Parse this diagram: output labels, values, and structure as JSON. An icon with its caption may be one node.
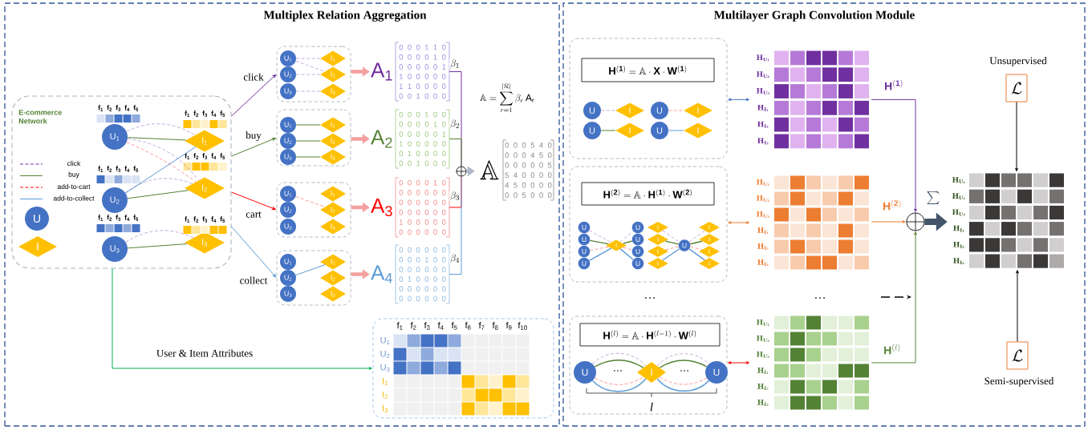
{
  "diagram": {
    "nodes": [
      {
        "text": [
          "Multiplex Relation Aggregation"
        ]
      },
      {
        "text": [
          "Multilayer Graph Convolution Module"
        ]
      },
      {
        "text": [
          "E-commerce Network"
        ],
        "in": 0
      },
      {
        "text": [
          "U"
        ],
        "in": 2
      },
      {
        "text": [
          "I"
        ],
        "in": 2
      },
      {
        "text": [
          "U$_{1}$"
        ],
        "beside": [
          "f$_{1}$",
          "f$_{2}$",
          "f$_{3}$",
          "f$_{4}$",
          "f$_{5}$"
        ],
        "in": 2
      },
      {
        "text": [
          "U$_{2}$"
        ],
        "beside": [
          "f$_{1}$",
          "f$_{2}$",
          "f$_{3}$",
          "f$_{4}$",
          "f$_{5}$"
        ],
        "in": 2
      },
      {
        "text": [
          "U$_{3}$"
        ],
        "beside": [
          "f$_{1}$",
          "f$_{2}$",
          "f$_{3}$",
          "f$_{4}$",
          "f$_{5}$"
        ],
        "in": 2
      },
      {
        "text": [
          "I$_{1}$"
        ],
        "beside": [
          "f$_{1}$",
          "f$_{2}$",
          "f$_{3}$",
          "f$_{4}$",
          "f$_{5}$"
        ],
        "in": 2
      },
      {
        "text": [
          "I$_{2}$"
        ],
        "beside": [
          "f$_{1}$",
          "f$_{2}$",
          "f$_{3}$",
          "f$_{4}$",
          "f$_{5}$"
        ],
        "in": 2
      },
      {
        "text": [
          "I$_{3}$"
        ],
        "beside": [
          "f$_{1}$",
          "f$_{2}$",
          "f$_{3}$",
          "f$_{4}$",
          "f$_{5}$"
        ],
        "in": 2
      },
      {
        "text": [],
        "shape": "box",
        "in": 0
      },
      {
        "text": [
          "U$_{1}$"
        ],
        "in": 11
      },
      {
        "text": [
          "U$_{2}$"
        ],
        "in": 11
      },
      {
        "text": [
          "U$_{3}$"
        ],
        "in": 11
      },
      {
        "text": [
          "I$_{1}$"
        ],
        "in": 11
      },
      {
        "text": [
          "I$_{2}$"
        ],
        "in": 11
      },
      {
        "text": [
          "I$_{3}$"
        ],
        "in": 11
      },
      {
        "text": [],
        "shape": "box",
        "in": 0
      },
      {
        "text": [
          "U$_{1}$"
        ],
        "in": 18
      },
      {
        "text": [
          "U$_{2}$"
        ],
        "in": 18
      },
      {
        "text": [
          "U$_{3}$"
        ],
        "in": 18
      },
      {
        "text": [
          "I$_{1}$"
        ],
        "in": 18
      },
      {
        "text": [
          "I$_{2}$"
        ],
        "in": 18
      },
      {
        "text": [
          "I$_{3}$"
        ],
        "in": 18
      },
      {
        "text": [],
        "shape": "box",
        "in": 0
      },
      {
        "text": [
          "U$_{1}$"
        ],
        "in": 25
      },
      {
        "text": [
          "U$_{2}$"
        ],
        "in": 25
      },
      {
        "text": [
          "U$_{3}$"
        ],
        "in": 25
      },
      {
        "text": [
          "I$_{1}$"
        ],
        "in": 25
      },
      {
        "text": [
          "I$_{2}$"
        ],
        "in": 25
      },
      {
        "text": [
          "I$_{3}$"
        ],
        "in": 25
      },
      {
        "text": [],
        "shape": "box",
        "in": 0
      },
      {
        "text": [
          "U$_{1}$"
        ],
        "in": 32
      },
      {
        "text": [
          "U$_{2}$"
        ],
        "in": 32
      },
      {
        "text": [
          "U$_{3}$"
        ],
        "in": 32
      },
      {
        "text": [
          "I$_{1}$"
        ],
        "in": 32
      },
      {
        "text": [
          "I$_{2}$"
        ],
        "in": 32
      },
      {
        "text": [
          "I$_{3}$"
        ],
        "in": 32
      },
      {
        "text": [
          "A$_{1}$",
          "0 0 0 1 1 0",
          "0 0 0 0 1 0",
          "0 0 0 0 0 1",
          "1 0 0 0 0 0",
          "1 1 0 0 0 0",
          "0 0 1 0 0 0"
        ],
        "in": 0
      },
      {
        "text": [
          "A$_{2}$",
          "0 0 0 1 0 0",
          "0 0 0 0 1 0",
          "0 0 0 0 0 1",
          "1 0 0 0 0 0",
          "0 1 0 0 0 0",
          "0 0 1 0 0 0"
        ],
        "in": 0
      },
      {
        "text": [
          "A$_{3}$",
          "0 0 0 0 1 0",
          "0 0 0 0 0 0",
          "0 0 0 0 0 0",
          "0 0 0 0 0 0",
          "1 0 0 0 0 0",
          "0 0 0 0 0 0"
        ],
        "in": 0
      },
      {
        "text": [
          "A$_{4}$",
          "0 0 0 0 0 0",
          "0 0 0 1 0 0",
          "0 0 0 0 0 0",
          "0 1 0 0 0 0",
          "0 0 0 0 0 0",
          "0 0 0 0 0 0"
        ],
        "in": 0
      },
      {
        "text": [],
        "shape": "circle",
        "in": 0
      },
      {
        "text": [
          "\\mathbb{A}",
          "0 0 0 5 4 0",
          "0 0 0 4 5 0",
          "0 0 0 0 0 5",
          "5 4 0 0 0 0",
          "4 5 0 0 0 0",
          "0 0 5 0 0 0"
        ],
        "in": 0
      },
      {
        "text": [
          "f$_{1}$",
          "f$_{2}$",
          "f$_{3}$",
          "f$_{4}$",
          "f$_{5}$",
          "f$_{6}$",
          "f$_{7}$",
          "f$_{8}$",
          "f$_{9}$",
          "f$_{10}$",
          "U$_{1}$",
          "U$_{2}$",
          "U$_{3}$",
          "I$_{1}$",
          "I$_{2}$",
          "I$_{3}$"
        ],
        "in": 0
      },
      {
        "text": [],
        "shape": "box",
        "in": 1
      },
      {
        "text": [
          "\\mathbf{H}^{(\\mathbf{1})} = \\mathbb{A} \\cdot \\mathbf{X} \\cdot \\mathbf{W}^{(\\mathbf{1})}"
        ],
        "in": 46
      },
      {
        "text": [
          "U"
        ],
        "in": 46
      },
      {
        "text": [
          "I"
        ],
        "in": 46
      },
      {
        "text": [
          "U"
        ],
        "in": 46
      },
      {
        "text": [
          "I"
        ],
        "in": 46
      },
      {
        "text": [
          "U"
        ],
        "in": 46
      },
      {
        "text": [
          "I"
        ],
        "in": 46
      },
      {
        "text": [
          "U"
        ],
        "in": 46
      },
      {
        "text": [
          "I"
        ],
        "in": 46
      },
      {
        "text": [],
        "shape": "box",
        "in": 1
      },
      {
        "text": [
          "\\mathbf{H}^{(\\mathbf{2})} = \\mathbb{A} \\cdot \\mathbf{H}^{(\\mathbf{1})} \\cdot \\mathbf{W}^{(\\mathbf{2})}"
        ],
        "in": 56
      },
      {
        "text": [
          "U"
        ],
        "in": 56
      },
      {
        "text": [
          "U"
        ],
        "in": 56
      },
      {
        "text": [
          "U"
        ],
        "in": 56
      },
      {
        "text": [
          "U"
        ],
        "in": 56
      },
      {
        "text": [
          "I"
        ],
        "in": 56
      },
      {
        "text": [
          "U"
        ],
        "in": 56
      },
      {
        "text": [
          "U"
        ],
        "in": 56
      },
      {
        "text": [
          "U"
        ],
        "in": 56
      },
      {
        "text": [
          "U"
        ],
        "in": 56
      },
      {
        "text": [
          "I"
        ],
        "in": 56
      },
      {
        "text": [
          "I"
        ],
        "in": 56
      },
      {
        "text": [
          "I"
        ],
        "in": 56
      },
      {
        "text": [
          "I"
        ],
        "in": 56
      },
      {
        "text": [
          "U"
        ],
        "in": 56
      },
      {
        "text": [
          "I"
        ],
        "in": 56
      },
      {
        "text": [
          "I"
        ],
        "in": 56
      },
      {
        "text": [
          "I"
        ],
        "in": 56
      },
      {
        "text": [
          "I"
        ],
        "in": 56
      },
      {
        "text": [],
        "shape": "box",
        "in": 1
      },
      {
        "text": [
          "\\mathbf{H}^{(l)} = \\mathbb{A} \\cdot \\mathbf{H}^{(l-1)} \\cdot \\mathbf{W}^{(l)}"
        ],
        "in": 76
      },
      {
        "text": [
          "U"
        ],
        "in": 76
      },
      {
        "text": [
          "I"
        ],
        "in": 76
      },
      {
        "text": [
          "U"
        ],
        "in": 76
      },
      {
        "text": [
          "H$_{U₁}$",
          "H$_{U₂}$",
          "H$_{U₃}$",
          "H$_{I₁}$",
          "H$_{I₂}$",
          "H$_{I₃}$"
        ],
        "in": 1
      },
      {
        "text": [
          "H$_{U₁}$",
          "H$_{U₂}$",
          "H$_{U₃}$",
          "H$_{I₁}$",
          "H$_{I₂}$",
          "H$_{I₃}$"
        ],
        "in": 1
      },
      {
        "text": [
          "H$_{U₁}$",
          "H$_{U₂}$",
          "H$_{U₃}$",
          "H$_{I₁}$",
          "H$_{I₂}$",
          "H$_{I₃}$"
        ],
        "in": 1
      },
      {
        "text": [],
        "shape": "circle",
        "in": 1
      },
      {
        "text": [
          "H$_{U₁}$",
          "H$_{U₂}$",
          "H$_{U₃}$",
          "H$_{I₁}$",
          "H$_{I₂}$",
          "H$_{I₃}$"
        ],
        "in": 1
      },
      {
        "text": [
          "\\mathcal{L}"
        ],
        "beside": [
          "Unsupervised"
        ],
        "in": 1
      },
      {
        "text": [
          "\\mathcal{L}"
        ],
        "beside": [
          "Semi-supervised"
        ],
        "in": 1
      }
    ],
    "edges": [
      {
        "from": 5,
        "to": 8,
        "arrow": "none",
        "style": "dashed",
        "color": "#7030a0"
      },
      {
        "from": 5,
        "to": 8,
        "arrow": "none",
        "color": "#548235"
      },
      {
        "from": 5,
        "to": 9,
        "arrow": "none",
        "style": "dashed",
        "color": "#7030a0"
      },
      {
        "from": 5,
        "to": 9,
        "arrow": "none",
        "style": "dashed",
        "color": "#ff0000"
      },
      {
        "from": 6,
        "to": 8,
        "arrow": "none",
        "color": "#5b9bd5"
      },
      {
        "from": 6,
        "to": 9,
        "arrow": "none",
        "style": "dashed",
        "color": "#7030a0"
      },
      {
        "from": 6,
        "to": 9,
        "arrow": "none",
        "color": "#548235"
      },
      {
        "from": 7,
        "to": 10,
        "arrow": "none",
        "style": "dashed",
        "color": "#7030a0"
      },
      {
        "from": 7,
        "to": 10,
        "arrow": "none",
        "color": "#548235"
      },
      {
        "from": 12,
        "to": 15,
        "arrow": "none",
        "style": "dashed",
        "color": "#7030a0"
      },
      {
        "from": 12,
        "to": 16,
        "arrow": "none",
        "style": "dashed",
        "color": "#7030a0"
      },
      {
        "from": 13,
        "to": 16,
        "arrow": "none",
        "style": "dashed",
        "color": "#7030a0"
      },
      {
        "from": 14,
        "to": 17,
        "arrow": "none",
        "style": "dashed",
        "color": "#7030a0"
      },
      {
        "from": 19,
        "to": 22,
        "arrow": "none",
        "color": "#548235"
      },
      {
        "from": 20,
        "to": 23,
        "arrow": "none",
        "color": "#548235"
      },
      {
        "from": 21,
        "to": 24,
        "arrow": "none",
        "color": "#548235"
      },
      {
        "from": 26,
        "to": 30,
        "arrow": "none",
        "style": "dashed",
        "color": "#ff0000"
      },
      {
        "from": 34,
        "to": 36,
        "arrow": "none",
        "color": "#5b9bd5"
      },
      {
        "from": 2,
        "to": 11,
        "arrow": "to",
        "label": "click",
        "color": "#7030a0"
      },
      {
        "from": 2,
        "to": 18,
        "arrow": "to",
        "label": "buy",
        "color": "#548235"
      },
      {
        "from": 2,
        "to": 25,
        "arrow": "to",
        "label": "cart",
        "color": "#ff0000"
      },
      {
        "from": 2,
        "to": 32,
        "arrow": "to",
        "label": "collect",
        "color": "#5b9bd5"
      },
      {
        "from": 11,
        "to": 39,
        "arrow": "to",
        "style": "thick",
        "color": "#f4a0a0"
      },
      {
        "from": 18,
        "to": 40,
        "arrow": "to",
        "style": "thick",
        "color": "#f4a0a0"
      },
      {
        "from": 25,
        "to": 41,
        "arrow": "to",
        "style": "thick",
        "color": "#f4a0a0"
      },
      {
        "from": 32,
        "to": 42,
        "arrow": "to",
        "style": "thick",
        "color": "#f4a0a0"
      },
      {
        "from": 39,
        "to": 43,
        "arrow": "none",
        "label": "\\beta_{1}",
        "color": "#7030a0"
      },
      {
        "from": 40,
        "to": 43,
        "arrow": "none",
        "label": "\\beta_{2}",
        "color": "#548235"
      },
      {
        "from": 41,
        "to": 43,
        "arrow": "none",
        "label": "\\beta_{3}",
        "color": "#ff0000"
      },
      {
        "from": 42,
        "to": 43,
        "arrow": "none",
        "label": "\\beta_{4}",
        "color": "#5b9bd5"
      },
      {
        "from": 43,
        "to": 44,
        "arrow": "to",
        "style": "thick",
        "color": "#adb9ca"
      },
      {
        "from": 2,
        "to": 45,
        "arrow": "to",
        "label": "User & Item Attributes",
        "color": "#00b050"
      },
      {
        "from": 48,
        "to": 49,
        "arrow": "none",
        "style": "dashed",
        "color": "#7030a0"
      },
      {
        "from": 50,
        "to": 51,
        "arrow": "none",
        "style": "dashed",
        "color": "#ff0000"
      },
      {
        "from": 52,
        "to": 53,
        "arrow": "none",
        "color": "#548235"
      },
      {
        "from": 54,
        "to": 55,
        "arrow": "none",
        "color": "#5b9bd5"
      },
      {
        "from": 58,
        "to": 62,
        "arrow": "none",
        "style": "dashed",
        "color": "#7030a0"
      },
      {
        "from": 59,
        "to": 62,
        "arrow": "none",
        "color": "#548235"
      },
      {
        "from": 60,
        "to": 62,
        "arrow": "none",
        "style": "dashed",
        "color": "#ff0000"
      },
      {
        "from": 61,
        "to": 62,
        "arrow": "none",
        "color": "#5b9bd5"
      },
      {
        "from": 62,
        "to": 63,
        "arrow": "none",
        "style": "dashed",
        "color": "#7030a0"
      },
      {
        "from": 62,
        "to": 64,
        "arrow": "none",
        "color": "#548235"
      },
      {
        "from": 62,
        "to": 65,
        "arrow": "none",
        "style": "dashed",
        "color": "#ff0000"
      },
      {
        "from": 62,
        "to": 66,
        "arrow": "none",
        "color": "#5b9bd5"
      },
      {
        "from": 67,
        "to": 71,
        "arrow": "none",
        "style": "dashed",
        "color": "#7030a0"
      },
      {
        "from": 68,
        "to": 71,
        "arrow": "none",
        "color": "#548235"
      },
      {
        "from": 69,
        "to": 71,
        "arrow": "none",
        "style": "dashed",
        "color": "#ff0000"
      },
      {
        "from": 70,
        "to": 71,
        "arrow": "none",
        "color": "#5b9bd5"
      },
      {
        "from": 71,
        "to": 72,
        "arrow": "none",
        "style": "dashed",
        "color": "#7030a0"
      },
      {
        "from": 71,
        "to": 73,
        "arrow": "none",
        "color": "#548235"
      },
      {
        "from": 71,
        "to": 74,
        "arrow": "none",
        "style": "dashed",
        "color": "#ff0000"
      },
      {
        "from": 71,
        "to": 75,
        "arrow": "none",
        "color": "#5b9bd5"
      },
      {
        "from": 78,
        "to": 79,
        "arrow": "none",
        "style": "dashed",
        "color": "#7030a0"
      },
      {
        "from": 78,
        "to": 79,
        "arrow": "none",
        "color": "#548235"
      },
      {
        "from": 78,
        "to": 79,
        "arrow": "none",
        "style": "dashed",
        "color": "#ff0000"
      },
      {
        "from": 78,
        "to": 79,
        "arrow": "none",
        "color": "#5b9bd5"
      },
      {
        "from": 79,
        "to": 80,
        "arrow": "none",
        "style": "dashed",
        "color": "#7030a0"
      },
      {
        "from": 79,
        "to": 80,
        "arrow": "none",
        "color": "#548235"
      },
      {
        "from": 79,
        "to": 80,
        "arrow": "none",
        "style": "dashed",
        "color": "#ff0000"
      },
      {
        "from": 79,
        "to": 80,
        "arrow": "none",
        "color": "#5b9bd5"
      },
      {
        "from": 46,
        "to": 81,
        "arrow": "both",
        "color": "#4472c4"
      },
      {
        "from": 56,
        "to": 82,
        "arrow": "both",
        "color": "#ed7d31"
      },
      {
        "from": 76,
        "to": 83,
        "arrow": "both",
        "color": "#ff0000"
      },
      {
        "from": 81,
        "to": 84,
        "arrow": "to",
        "label": "\\mathbf{H}^{(\\mathbf{1})}",
        "color": "#7030a0"
      },
      {
        "from": 82,
        "to": 84,
        "arrow": "to",
        "label": "\\mathbf{H}^{(\\mathbf{2})}",
        "color": "#ed7d31"
      },
      {
        "from": 83,
        "to": 84,
        "arrow": "to",
        "label": "\\mathbf{H}^{(l)}",
        "color": "#548235"
      },
      {
        "from": 84,
        "to": 85,
        "arrow": "to",
        "label": "\\sum",
        "style": "thick",
        "color": "#44546a"
      },
      {
        "from": 86,
        "to": 85,
        "arrow": "to",
        "color": "#000000"
      },
      {
        "from": 87,
        "to": 85,
        "arrow": "to",
        "color": "#000000"
      }
    ],
    "labels": [
      "\\mathbb{A} = \\sum_{r=1}^{|\\mathcal{R}|} \\beta_{r} \\, \\mathrm{A}_{\\mathrm{r}}",
      "…",
      "…",
      "…",
      "…",
      "l"
    ],
    "legend": [
      {
        "text": "click"
      },
      {
        "text": "buy"
      },
      {
        "text": "add-to-cart"
      },
      {
        "text": "add-to-collect"
      }
    ]
  }
}
